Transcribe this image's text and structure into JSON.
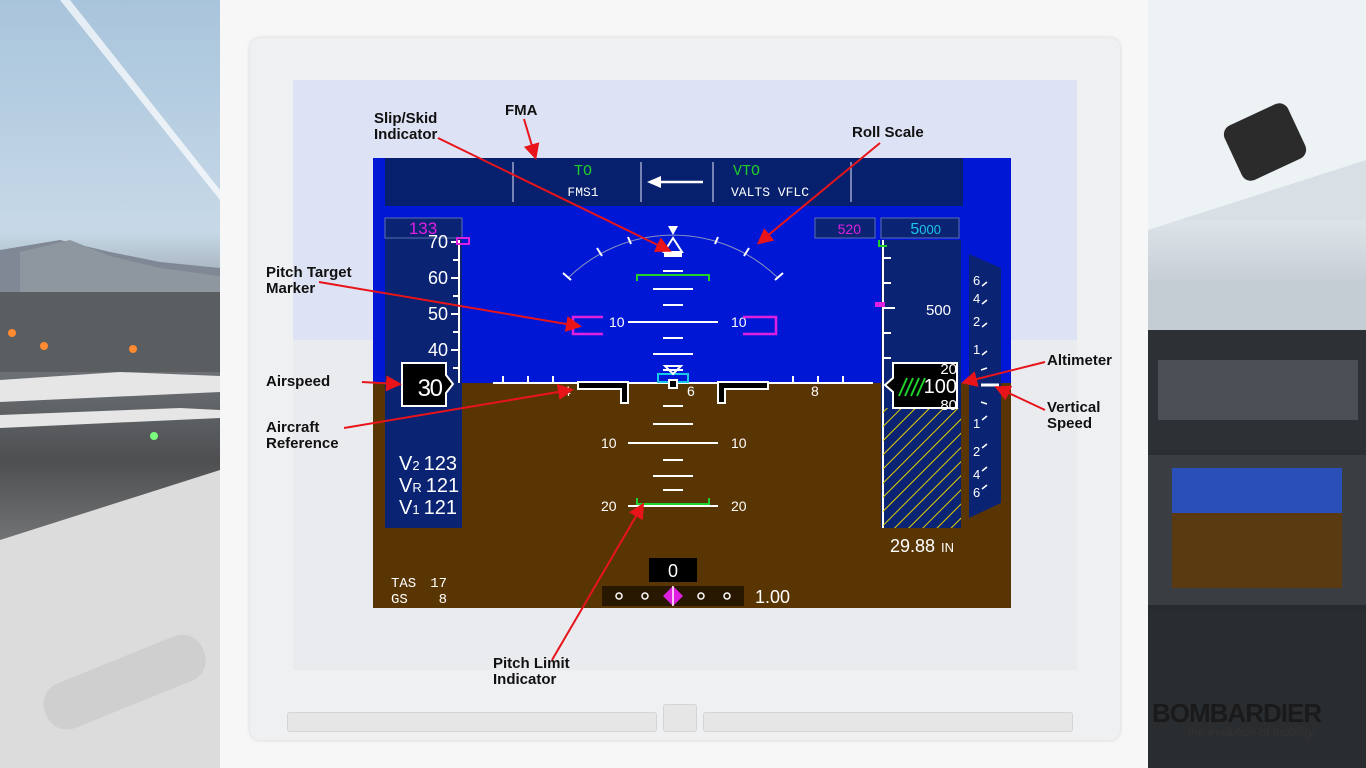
{
  "fma": {
    "left_mode_active": "TO",
    "left_mode_armed": "FMS1",
    "vert_mode_active": "VTO",
    "vert_mode_armed": "VALTS VFLC"
  },
  "speed": {
    "selected": "133",
    "current_major": "3",
    "current_minor": "0",
    "tape": [
      "70",
      "60",
      "50",
      "40"
    ]
  },
  "v_speeds": [
    {
      "sub": "2",
      "value": "123"
    },
    {
      "sub": "R",
      "value": "121"
    },
    {
      "sub": "1",
      "value": "121"
    }
  ],
  "tas": {
    "label": "TAS",
    "value": "17"
  },
  "gs": {
    "label": "GS",
    "value": "8"
  },
  "altitude": {
    "vs_select": "520",
    "selected_big": "5",
    "selected_small": "000",
    "tape_500": "500",
    "readout_upper": "20",
    "readout_main": "100",
    "readout_lower": "80",
    "baro": "29.88",
    "baro_unit": "IN"
  },
  "vsi_scale_up": [
    "6",
    "4",
    "2",
    "1"
  ],
  "vsi_scale_down": [
    "1",
    "2",
    "4",
    "6"
  ],
  "pitch": {
    "up10": "10",
    "down10": "10",
    "down20": "20"
  },
  "horizon_marks": [
    "4",
    "6",
    "8"
  ],
  "heading_box": "0",
  "loc_deviation": "1.00",
  "callouts": {
    "fma": "FMA",
    "slip_skid_1": "Slip/Skid",
    "slip_skid_2": "Indicator",
    "roll_scale": "Roll Scale",
    "pitch_target_1": "Pitch Target",
    "pitch_target_2": "Marker",
    "airspeed": "Airspeed",
    "aircraft_ref_1": "Aircraft",
    "aircraft_ref_2": "Reference",
    "altimeter": "Altimeter",
    "vertical_speed_1": "Vertical",
    "vertical_speed_2": "Speed",
    "pitch_limit_1": "Pitch Limit",
    "pitch_limit_2": "Indicator"
  },
  "brand": {
    "name": "BOMBARDIER",
    "tagline": "the evolution of mobility"
  },
  "colors": {
    "sky": "#0018d6",
    "ground": "#5a3504",
    "fma_bg": "#07206e",
    "tape_bg": "#0a2373",
    "magenta": "#e020e0",
    "green": "#1fcf2a",
    "cyan": "#19c8e8",
    "callout_arrow": "#e8141a"
  }
}
